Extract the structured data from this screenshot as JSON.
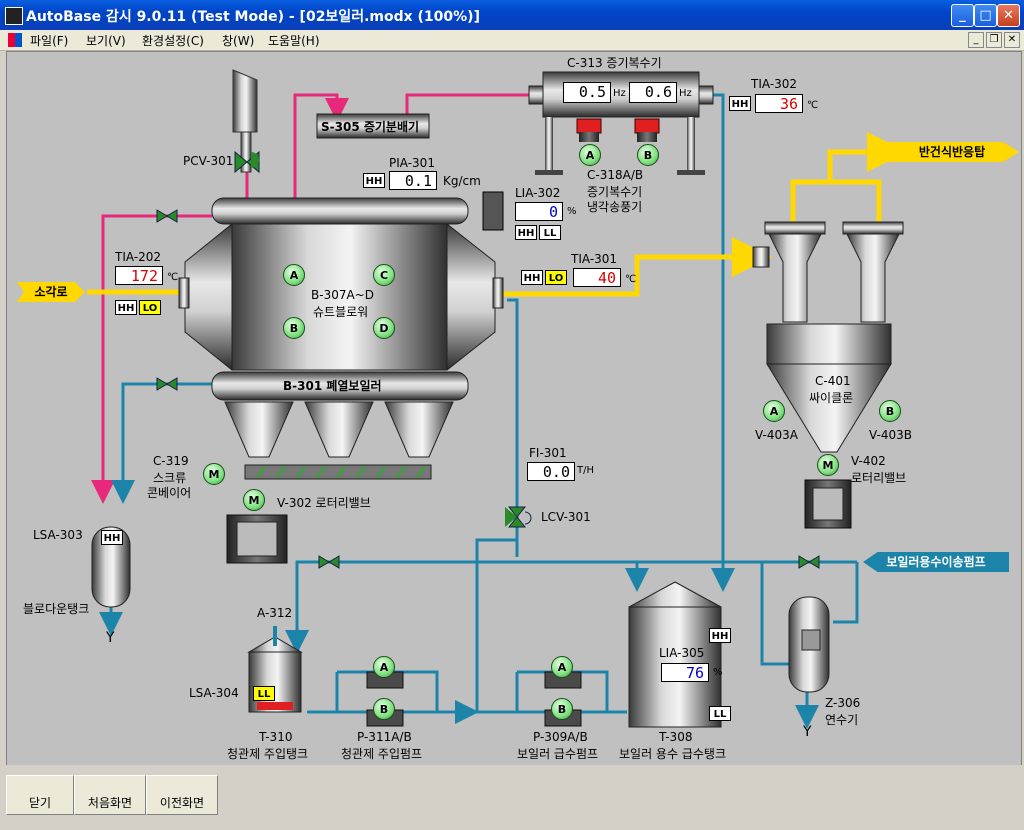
{
  "window": {
    "title": "AutoBase 감시 9.0.11 (Test Mode) - [02보일러.modx (100%)]"
  },
  "menu": {
    "items": [
      "파일(F)",
      "보기(V)",
      "환경설정(C)",
      "창(W)",
      "도움말(H)"
    ]
  },
  "bottom": {
    "close": "닫기",
    "home": "처음화면",
    "prev": "이전화면"
  },
  "pcv301": "PCV-301",
  "s305": "S-305 증기분배기",
  "c313": {
    "title": "C-313 증기복수기",
    "hz1": "0.5",
    "hz2": "0.6",
    "unit": "Hz"
  },
  "c318": {
    "line1": "C-318A/B",
    "line2": "증기복수기",
    "line3": "냉각송풍기",
    "a": "A",
    "b": "B"
  },
  "tia302": {
    "name": "TIA-302",
    "value": "36",
    "unit": "℃",
    "alarm": "HH"
  },
  "pia301": {
    "name": "PIA-301",
    "value": "0.1",
    "unit": "Kg/cm",
    "alarm": "HH"
  },
  "lia302": {
    "name": "LIA-302",
    "value": "0",
    "unit": "%",
    "alarm1": "HH",
    "alarm2": "LL"
  },
  "tia202": {
    "name": "TIA-202",
    "value": "172",
    "unit": "℃",
    "alarm1": "HH",
    "alarm2": "LO"
  },
  "tia301": {
    "name": "TIA-301",
    "value": "40",
    "unit": "℃",
    "alarm1": "HH",
    "alarm2": "LO"
  },
  "incin": "소각로",
  "b307": {
    "line1": "B-307A~D",
    "line2": "슈트블로워",
    "a": "A",
    "b": "B",
    "c": "C",
    "d": "D"
  },
  "b301": "B-301 폐열보일러",
  "semidry": "반건식반응탑",
  "c401": {
    "line1": "C-401",
    "line2": "싸이클론"
  },
  "v403a": "V-403A",
  "v403b": "V-403B",
  "v402": {
    "line1": "V-402",
    "line2": "로터리밸브"
  },
  "c319": {
    "line1": "C-319",
    "line2": "스크류",
    "line3": "콘베이어"
  },
  "v302": "V-302 로터리밸브",
  "fi301": {
    "name": "FI-301",
    "value": "0.0",
    "unit": "T/H"
  },
  "lcv301": "LCV-301",
  "lsa303": {
    "name": "LSA-303",
    "alarm": "HH"
  },
  "blowdown": "블로다운탱크",
  "feedpump_tag": "보일러용수이송펌프",
  "a312": "A-312",
  "lsa304": {
    "name": "LSA-304",
    "alarm": "LL"
  },
  "t310": {
    "line1": "T-310",
    "line2": "청관제 주입탱크"
  },
  "p311": {
    "line1": "P-311A/B",
    "line2": "청관제 주입펌프"
  },
  "p309": {
    "line1": "P-309A/B",
    "line2": "보일러 급수펌프"
  },
  "lia305": {
    "name": "LIA-305",
    "value": "76",
    "unit": "%",
    "alarm1": "HH",
    "alarm2": "LL"
  },
  "t308": {
    "line1": "T-308",
    "line2": "보일러 용수 급수탱크"
  },
  "z306": {
    "line1": "Z-306",
    "line2": "연수기"
  },
  "colors": {
    "pink": "#e8287a",
    "teal": "#1c84a8",
    "yellow": "#ffd800",
    "green": "#5ad45a"
  }
}
